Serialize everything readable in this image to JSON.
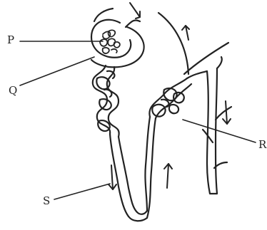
{
  "labels": {
    "p": "P",
    "q": "Q",
    "r": "R",
    "s": "S"
  },
  "colors": {
    "ink": "#222222",
    "background": "#ffffff"
  }
}
